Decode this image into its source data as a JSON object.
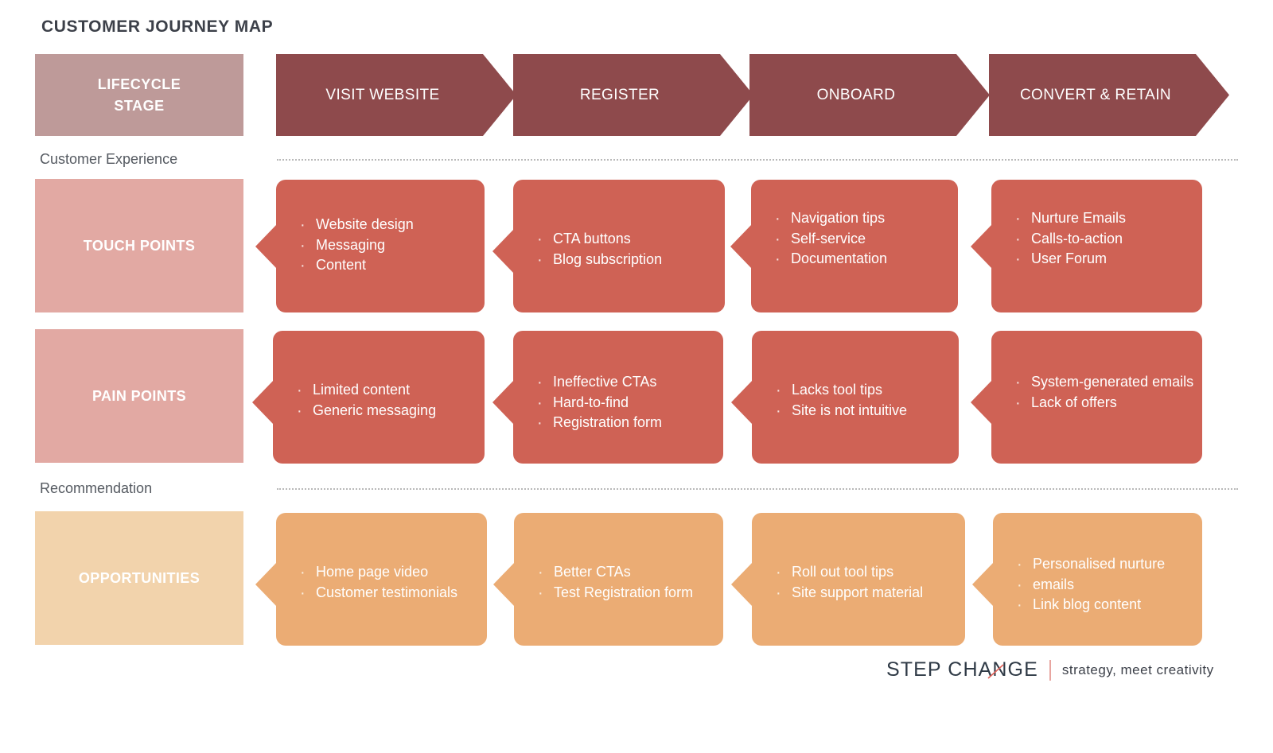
{
  "page_title": "CUSTOMER JOURNEY MAP",
  "colors": {
    "stage_label_bg": "#BE9A99",
    "stage_chevron_bg": "#8E4A4C",
    "row_label_pink": "#E2A9A3",
    "row_label_peach": "#F2D3AC",
    "card_red": "#CF6255",
    "card_orange": "#EBAC74",
    "logo_accent": "#E0635A",
    "text_dark": "#3C4049"
  },
  "stage_row": {
    "label": "LIFECYCLE\nSTAGE",
    "label_line1": "LIFECYCLE",
    "label_line2": "STAGE",
    "stages": [
      {
        "name": "VISIT WEBSITE"
      },
      {
        "name": "REGISTER"
      },
      {
        "name": "ONBOARD"
      },
      {
        "name": "CONVERT & RETAIN"
      }
    ]
  },
  "sections": [
    {
      "caption": "Customer Experience"
    },
    {
      "caption": "Recommendation"
    }
  ],
  "rows": [
    {
      "label": "TOUCH POINTS",
      "cards": [
        {
          "items": [
            "Website design",
            "Messaging",
            "Content"
          ]
        },
        {
          "items": [
            "CTA buttons",
            "Blog subscription"
          ]
        },
        {
          "items": [
            "Navigation tips",
            "Self-service",
            "Documentation"
          ]
        },
        {
          "items": [
            "Nurture Emails",
            "Calls-to-action",
            "User Forum"
          ]
        }
      ]
    },
    {
      "label": "PAIN POINTS",
      "cards": [
        {
          "items": [
            "Limited content",
            "Generic messaging"
          ]
        },
        {
          "items": [
            "Ineffective CTAs",
            "Hard-to-find",
            "Registration form"
          ]
        },
        {
          "items": [
            "Lacks tool tips",
            "Site is not intuitive"
          ]
        },
        {
          "items": [
            "System-generated emails",
            "Lack of offers"
          ]
        }
      ]
    },
    {
      "label": "OPPORTUNITIES",
      "cards": [
        {
          "items": [
            "Home page video",
            "Customer testimonials"
          ]
        },
        {
          "items": [
            "Better CTAs",
            "Test Registration form"
          ]
        },
        {
          "items": [
            "Roll out tool tips",
            "Site support material"
          ]
        },
        {
          "items": [
            "Personalised nurture",
            "emails",
            "Link blog content"
          ]
        }
      ]
    }
  ],
  "footer": {
    "brand": "STEP CHANGE",
    "tagline": "strategy, meet creativity"
  }
}
